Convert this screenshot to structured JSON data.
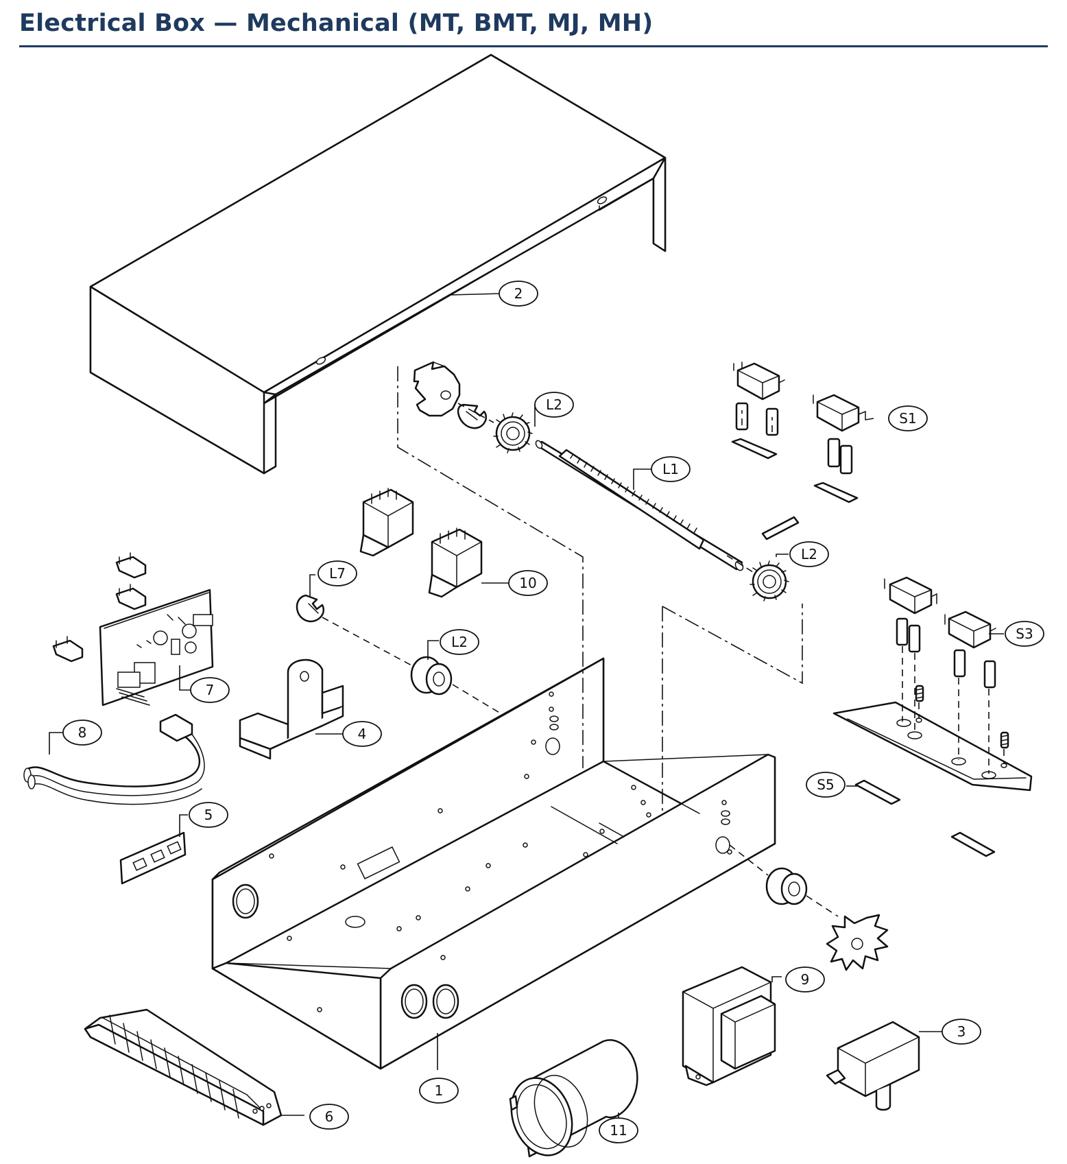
{
  "title": "Electrical Box — Mechanical (MT, BMT, MJ, MH)",
  "colors": {
    "title": "#1f3a5f",
    "rule": "#1f3a5f",
    "line": "#111111",
    "paper": "#ffffff"
  },
  "callouts": {
    "c2": "2",
    "cL2a": "L2",
    "cS1": "S1",
    "cL1": "L1",
    "cL2b": "L2",
    "cL7": "L7",
    "c10": "10",
    "cL2c": "L2",
    "cS3": "S3",
    "c7": "7",
    "c8": "8",
    "c4": "4",
    "c5": "5",
    "cS5": "S5",
    "c9": "9",
    "c3": "3",
    "c1": "1",
    "c6": "6",
    "c11": "11"
  }
}
